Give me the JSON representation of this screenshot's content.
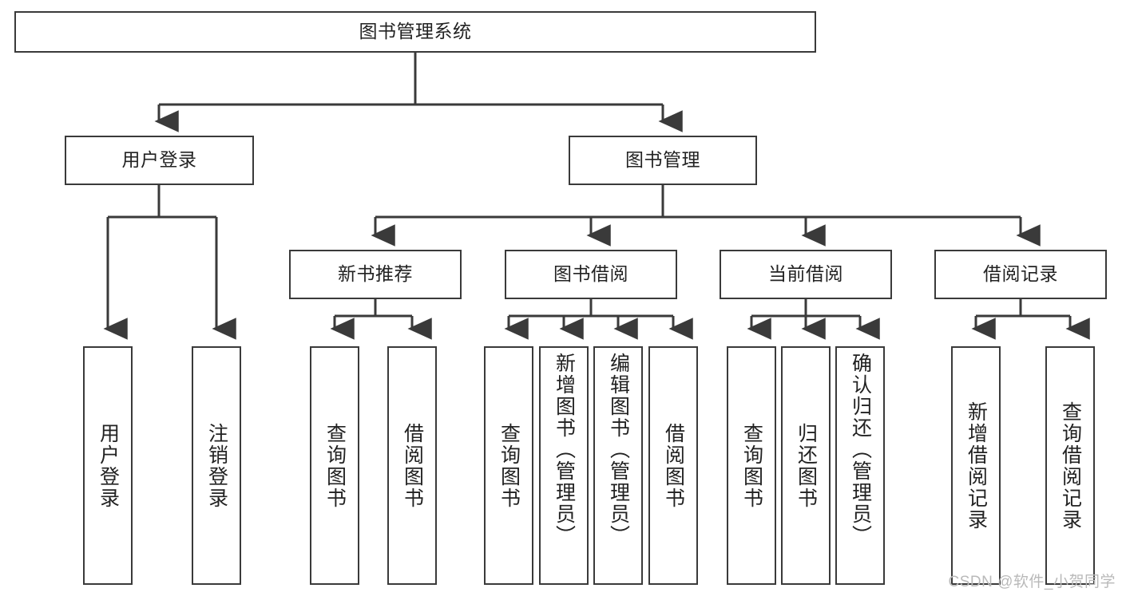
{
  "diagram": {
    "type": "tree-hierarchy",
    "title": "图书管理系统",
    "watermark": "CSDN @软件_小贺同学",
    "colors": {
      "stroke": "#3a3a3a",
      "fill": "#ffffff",
      "text": "#222222",
      "watermark": "#b9b9b9"
    },
    "nodes": {
      "root": {
        "label": "图书管理系统"
      },
      "level2": [
        {
          "id": "user-login",
          "label": "用户登录"
        },
        {
          "id": "book-manage",
          "label": "图书管理"
        }
      ],
      "level3": [
        {
          "id": "new-book-rec",
          "label": "新书推荐"
        },
        {
          "id": "book-borrow",
          "label": "图书借阅"
        },
        {
          "id": "current-borrow",
          "label": "当前借阅"
        },
        {
          "id": "borrow-record",
          "label": "借阅记录"
        }
      ],
      "leaves": {
        "user-login": [
          {
            "id": "leaf-user-login",
            "label": "用户登录"
          },
          {
            "id": "leaf-user-logout",
            "label": "注销登录"
          }
        ],
        "new-book-rec": [
          {
            "id": "leaf-query-book-1",
            "label": "查询图书"
          },
          {
            "id": "leaf-borrow-book-1",
            "label": "借阅图书"
          }
        ],
        "book-borrow": [
          {
            "id": "leaf-query-book-2",
            "label": "查询图书"
          },
          {
            "id": "leaf-add-book",
            "label": "新增图书（管理员）"
          },
          {
            "id": "leaf-edit-book",
            "label": "编辑图书（管理员）"
          },
          {
            "id": "leaf-borrow-book-2",
            "label": "借阅图书"
          }
        ],
        "current-borrow": [
          {
            "id": "leaf-query-book-3",
            "label": "查询图书"
          },
          {
            "id": "leaf-return-book",
            "label": "归还图书"
          },
          {
            "id": "leaf-confirm-return",
            "label": "确认归还（管理员）"
          }
        ],
        "borrow-record": [
          {
            "id": "leaf-add-record",
            "label": "新增借阅记录"
          },
          {
            "id": "leaf-query-record",
            "label": "查询借阅记录"
          }
        ]
      }
    }
  }
}
